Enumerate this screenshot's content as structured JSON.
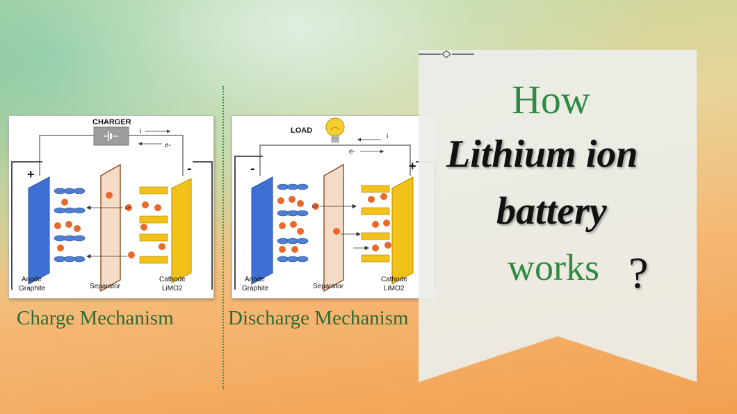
{
  "charge": {
    "source_label": "CHARGER",
    "current_label": "i",
    "electron_label": "e-",
    "ion_label": "Li+",
    "plus_sign": "+",
    "minus_sign": "-",
    "anode_label": "Anode",
    "anode_material": "Graphite",
    "separator_label": "Separator",
    "cathode_label": "Cathode",
    "cathode_material": "LiMO2",
    "caption": "Charge Mechanism"
  },
  "discharge": {
    "source_label": "LOAD",
    "current_label": "i",
    "electron_label": "e-",
    "ion_label": "Li+",
    "plus_sign": "+",
    "minus_sign": "-",
    "anode_label": "Anode",
    "anode_material": "Graphite",
    "separator_label": "Separator",
    "cathode_label": "Cathode",
    "cathode_material": "LiMO2",
    "caption": "Discharge Mechanism"
  },
  "title": {
    "how": "How",
    "lithium_ion": "Lithium ion",
    "battery": "battery",
    "works": "works",
    "question_mark": "?"
  },
  "colors": {
    "title_green": "#2f8a43",
    "caption_green": "#2e6a35",
    "divider_green": "#2e9a47",
    "anode_blue": "#3d6fd4",
    "cathode_yellow": "#f2c21b",
    "ion_orange": "#e8692b",
    "separator_fill": "#f6dcc6",
    "separator_stroke": "#8b4a1a"
  }
}
